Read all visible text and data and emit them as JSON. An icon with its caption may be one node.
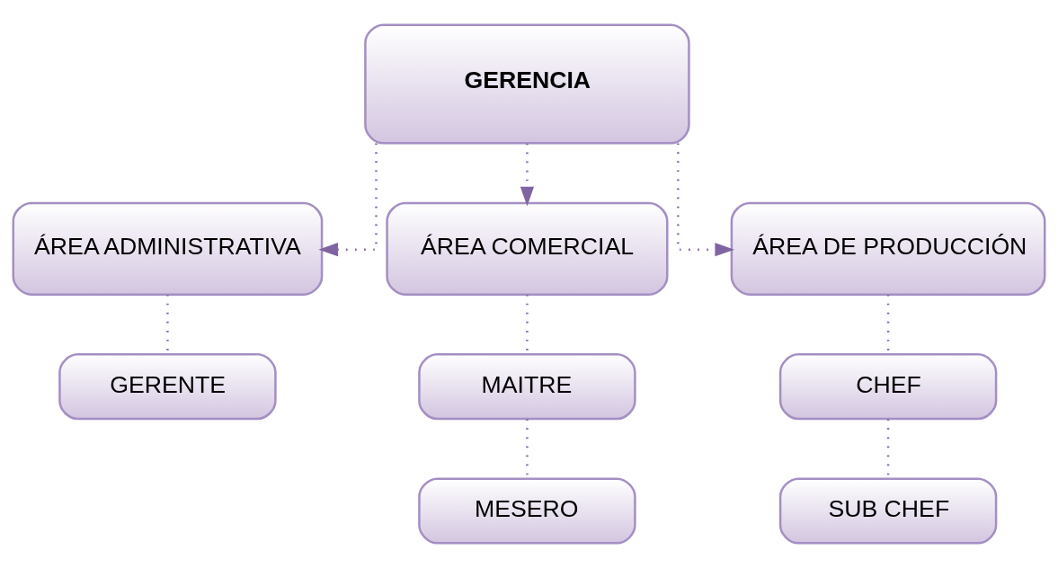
{
  "diagram": {
    "nodes": [
      {
        "text": [
          "GERENCIA"
        ]
      },
      {
        "text": [
          "ÁREA ADMINISTRATIVA"
        ]
      },
      {
        "text": [
          "ÁREA COMERCIAL"
        ]
      },
      {
        "text": [
          "ÁREA DE PRODUCCIÓN"
        ]
      },
      {
        "text": [
          "GERENTE"
        ]
      },
      {
        "text": [
          "MAITRE"
        ]
      },
      {
        "text": [
          "MESERO"
        ]
      },
      {
        "text": [
          "CHEF"
        ]
      },
      {
        "text": [
          "SUB CHEF"
        ]
      }
    ],
    "edges": [
      {
        "from": 0,
        "to": 1,
        "arrow": "to",
        "style": "dashed"
      },
      {
        "from": 0,
        "to": 2,
        "arrow": "to",
        "style": "dashed"
      },
      {
        "from": 0,
        "to": 3,
        "arrow": "to",
        "style": "dashed"
      },
      {
        "from": 1,
        "to": 4,
        "arrow": "none",
        "style": "dashed"
      },
      {
        "from": 2,
        "to": 5,
        "arrow": "none",
        "style": "dashed"
      },
      {
        "from": 5,
        "to": 6,
        "arrow": "none",
        "style": "dashed"
      },
      {
        "from": 3,
        "to": 7,
        "arrow": "none",
        "style": "dashed"
      },
      {
        "from": 7,
        "to": 8,
        "arrow": "none",
        "style": "dashed"
      }
    ]
  }
}
